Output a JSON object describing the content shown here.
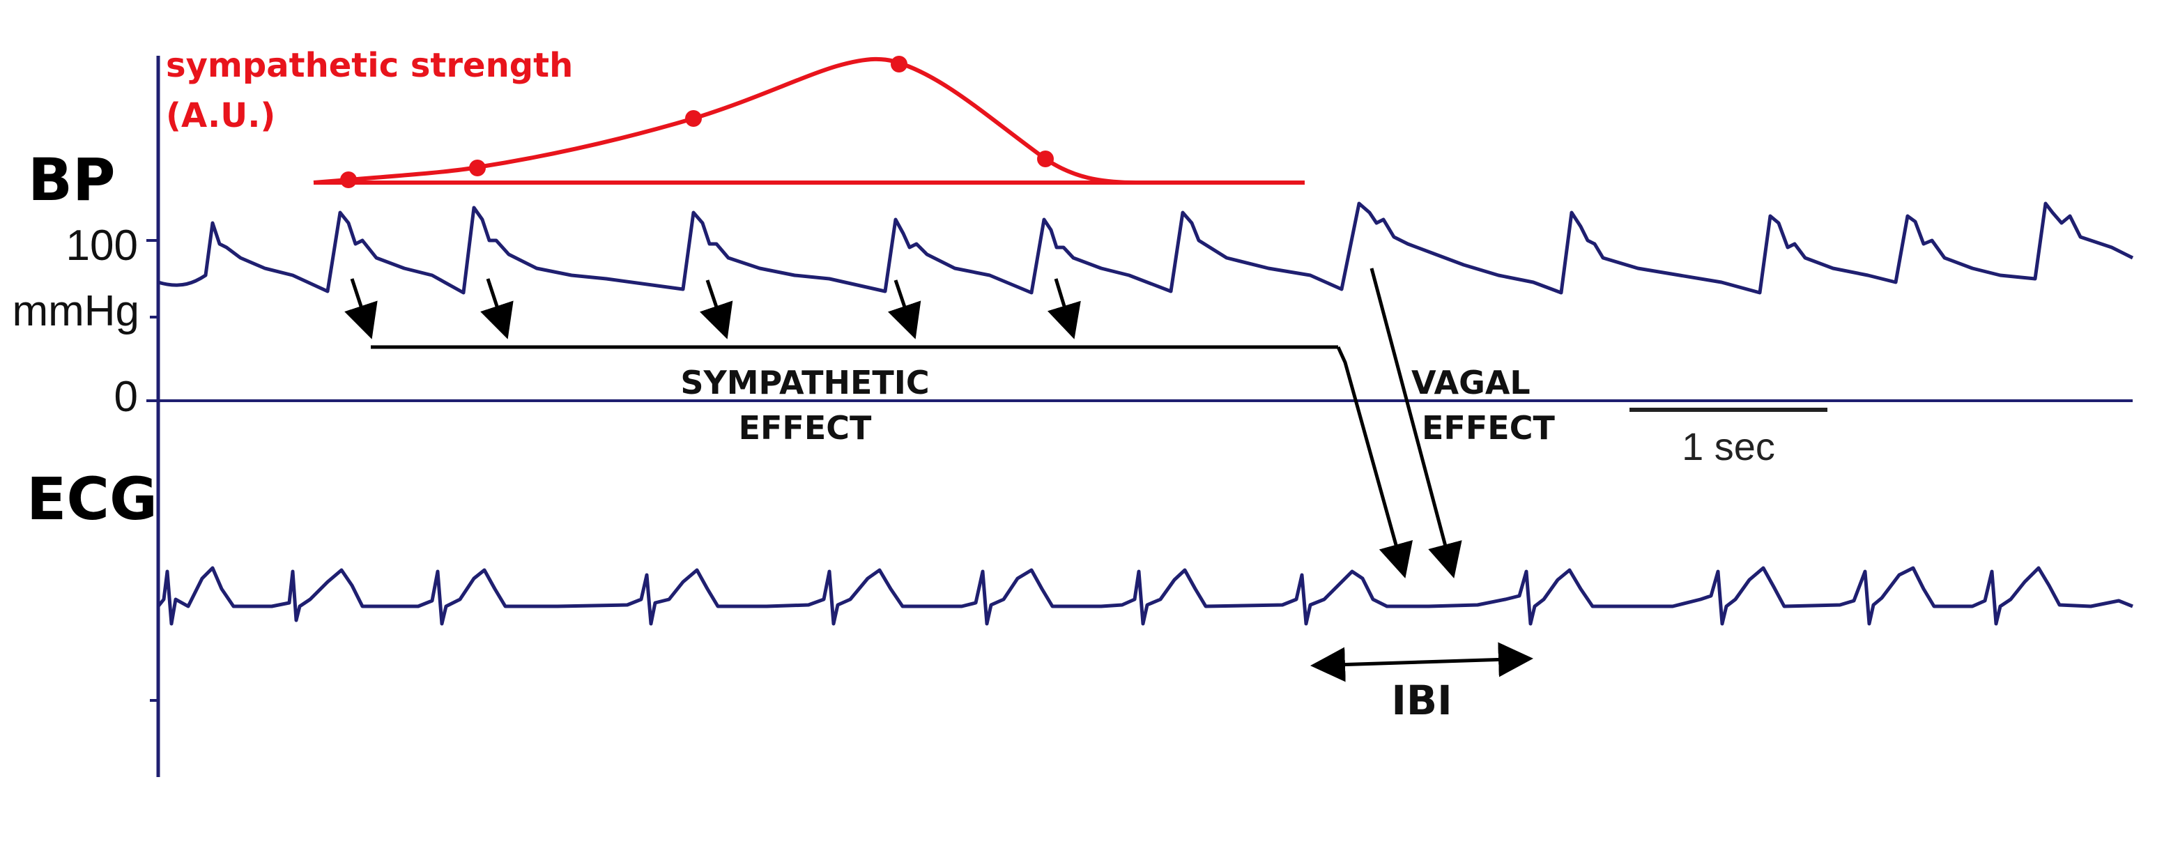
{
  "labels": {
    "sympathetic_strength_line1": "sympathetic strength",
    "sympathetic_strength_line2": "(A.U.)",
    "bp": "BP",
    "tick_100": "100",
    "unit": "mmHg",
    "tick_0": "0",
    "ecg": "ECG",
    "sympathetic_effect_line1": "SYMPATHETIC",
    "sympathetic_effect_line2": "EFFECT",
    "vagal_effect_line1": "VAGAL",
    "vagal_effect_line2": "EFFECT",
    "time_scale": "1 sec",
    "ibi": "IBI"
  },
  "colors": {
    "sympathetic": "#e8141c",
    "trace": "#1f1f70",
    "annotation": "#000000"
  }
}
